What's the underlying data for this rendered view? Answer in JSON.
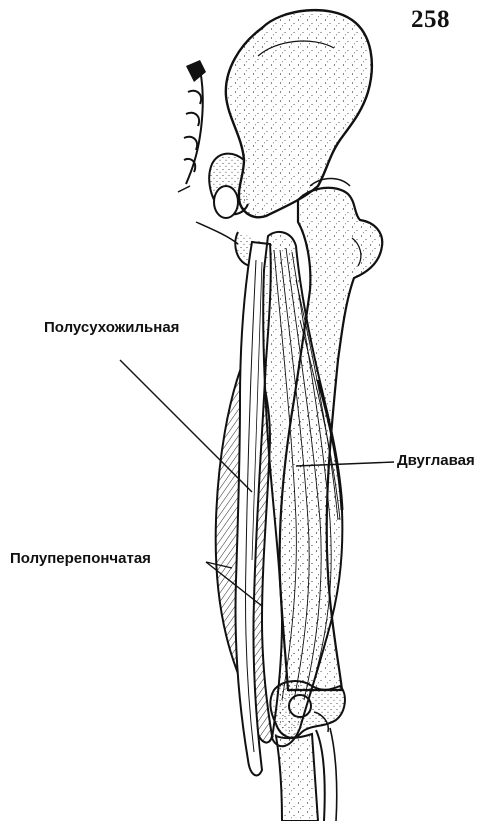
{
  "page": {
    "number": "258"
  },
  "labels": {
    "semitendinosus": "Полусухожильная",
    "biceps": "Двуглавая",
    "semimembranosus": "Полуперепончатая"
  },
  "colors": {
    "ink": "#111111",
    "background": "#ffffff"
  }
}
